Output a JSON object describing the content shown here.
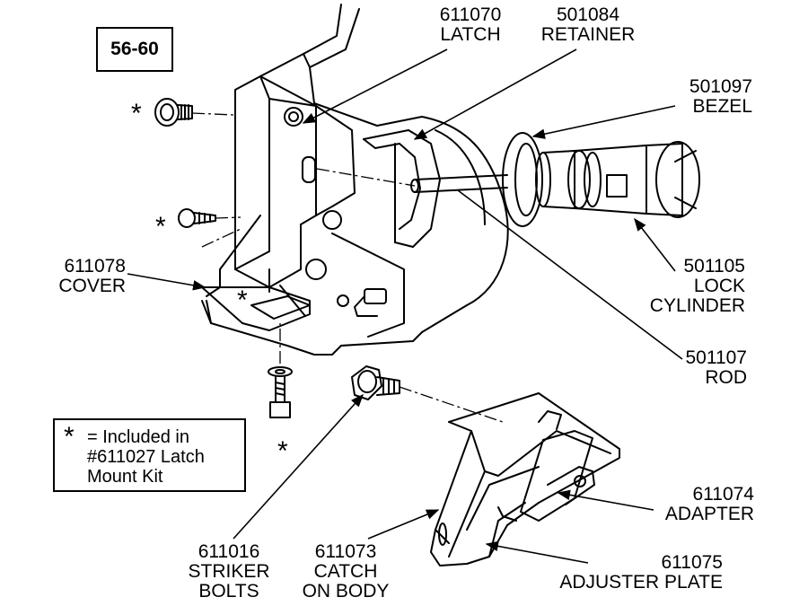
{
  "year_badge": "56-60",
  "asterisk": "*",
  "legend": {
    "line1": "= Included in",
    "line2": "#611027 Latch",
    "line3": "Mount Kit"
  },
  "parts": [
    {
      "id": "latch",
      "number": "611070",
      "name": "LATCH"
    },
    {
      "id": "retainer",
      "number": "501084",
      "name": "RETAINER"
    },
    {
      "id": "bezel",
      "number": "501097",
      "name": "BEZEL"
    },
    {
      "id": "cover",
      "number": "611078",
      "name": "COVER"
    },
    {
      "id": "lock-cylinder",
      "number": "501105",
      "name": "LOCK",
      "name2": "CYLINDER"
    },
    {
      "id": "rod",
      "number": "501107",
      "name": "ROD"
    },
    {
      "id": "adapter",
      "number": "611074",
      "name": "ADAPTER"
    },
    {
      "id": "adjuster-plate",
      "number": "611075",
      "name": "ADJUSTER PLATE"
    },
    {
      "id": "striker-bolts",
      "number": "611016",
      "name": "STRIKER",
      "name2": "BOLTS"
    },
    {
      "id": "catch-on-body",
      "number": "611073",
      "name": "CATCH",
      "name2": "ON BODY"
    }
  ]
}
